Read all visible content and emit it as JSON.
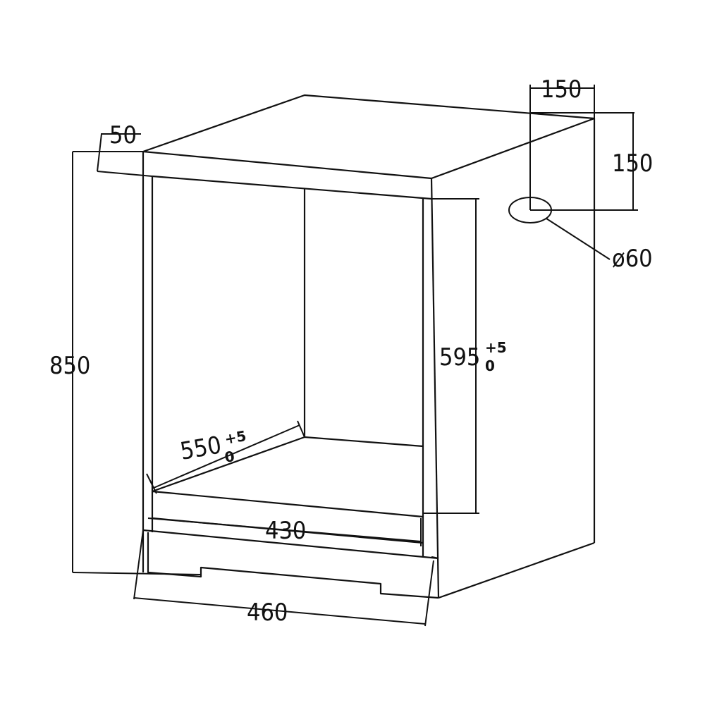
{
  "title": "Built-in oven cabinet dimensions",
  "dimensions": {
    "height_total": "850",
    "top_offset": "50",
    "hole_horizontal": "150",
    "hole_vertical": "150",
    "hole_diameter": "ø60",
    "niche_height": "595",
    "niche_height_tol_upper": "+5",
    "niche_height_tol_lower": "0",
    "niche_depth": "550",
    "niche_depth_tol_upper": "+5",
    "niche_depth_tol_lower": "0",
    "inner_width": "430",
    "outer_width": "460"
  },
  "colors": {
    "line": "#111111",
    "background": "#ffffff"
  }
}
